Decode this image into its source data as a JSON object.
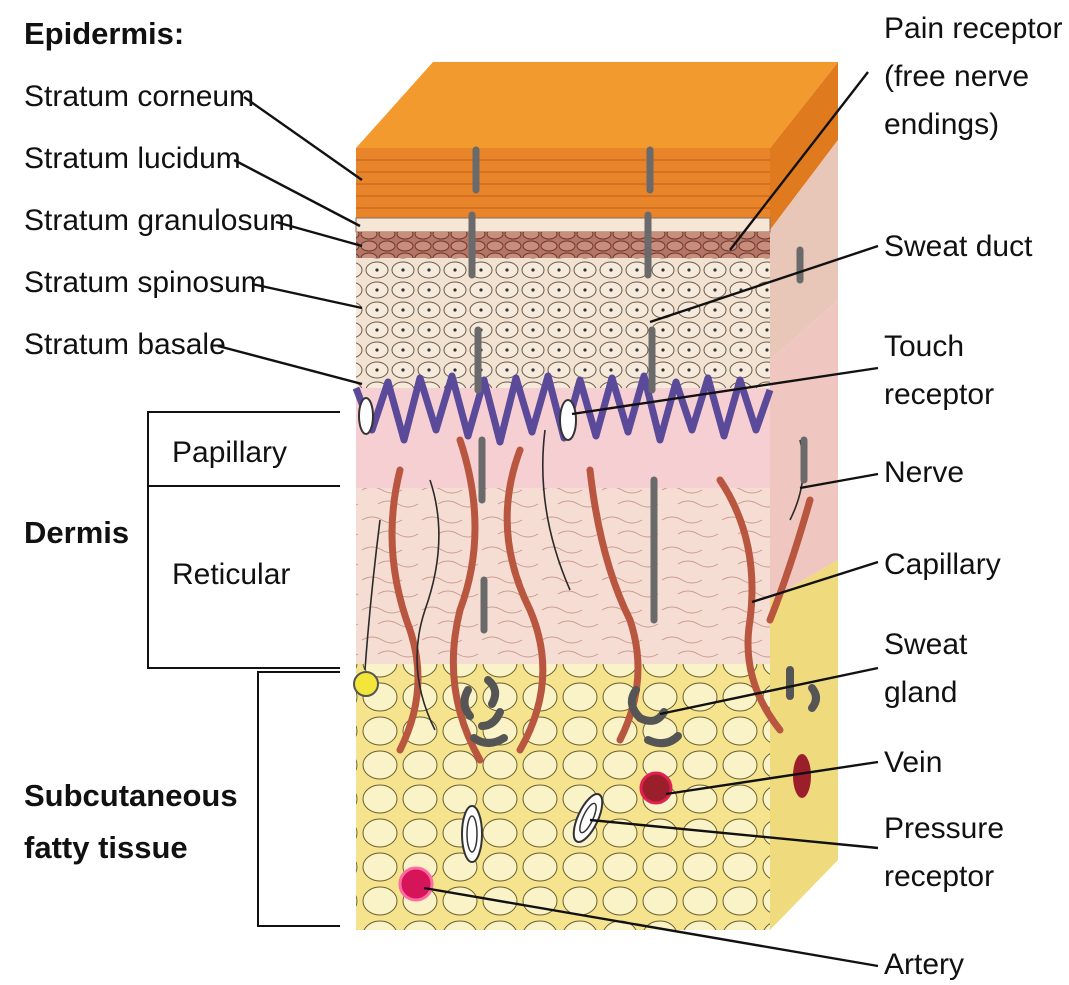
{
  "headers": {
    "epidermis": "Epidermis:",
    "dermis": "Dermis",
    "subcutaneous_line1": "Subcutaneous",
    "subcutaneous_line2": "fatty tissue"
  },
  "epidermis_layers": [
    "Stratum corneum",
    "Stratum lucidum",
    "Stratum granulosum",
    "Stratum spinosum",
    "Stratum basale"
  ],
  "dermis_layers": [
    "Papillary",
    "Reticular"
  ],
  "right_labels": {
    "pain_receptor": [
      "Pain receptor",
      "(free nerve",
      "endings)"
    ],
    "sweat_duct": [
      "Sweat duct"
    ],
    "touch_receptor": [
      "Touch",
      "receptor"
    ],
    "nerve": [
      "Nerve"
    ],
    "capillary": [
      "Capillary"
    ],
    "sweat_gland": [
      "Sweat",
      "gland"
    ],
    "vein": [
      "Vein"
    ],
    "pressure_receptor": [
      "Pressure",
      "receptor"
    ],
    "artery": [
      "Artery"
    ]
  },
  "colors": {
    "stratum_corneum": "#f39a2e",
    "stratum_corneum_dark": "#e07a1f",
    "stratum_granulosum": "#a86a5a",
    "stratum_spinosum": "#f1e2d2",
    "stratum_basale": "#5b4a9a",
    "papillary_dermis": "#f6cfd2",
    "reticular_dermis": "#f6ddd4",
    "subcutaneous": "#f5e38e",
    "capillary": "#b8563f",
    "nerve": "#2a2a2a",
    "vein": "#9b1f2a",
    "artery": "#d5145a"
  }
}
